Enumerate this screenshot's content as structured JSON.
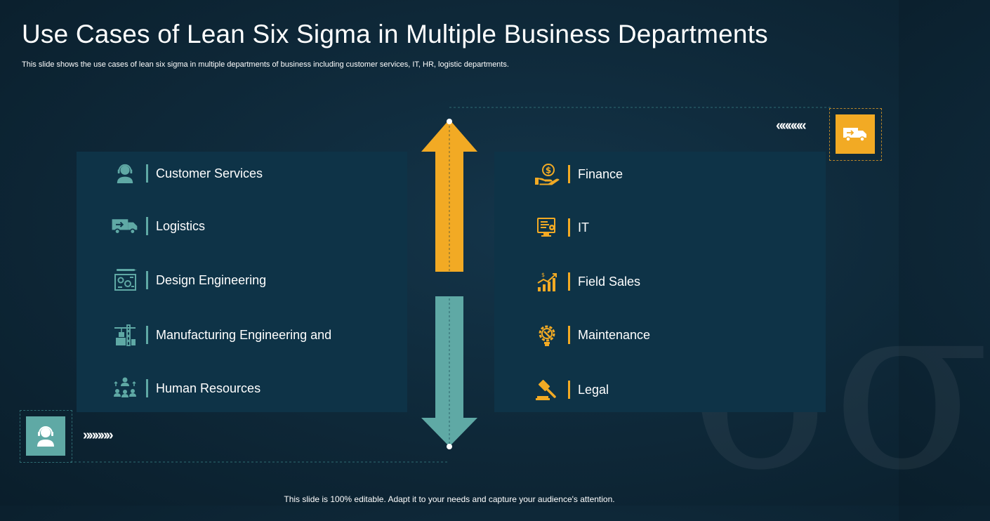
{
  "slide": {
    "title": "Use Cases of Lean Six Sigma in Multiple Business Departments",
    "subtitle": "This slide shows the use cases of lean six sigma in multiple departments of business including customer services, IT, HR, logistic departments.",
    "footer": "This slide is 100% editable. Adapt it to your needs and capture your audience's attention.",
    "watermark": "6σ"
  },
  "colors": {
    "background": "#0f2a3b",
    "panel": "#0e3347",
    "accent_orange": "#f2aa24",
    "accent_teal": "#5fa9a5"
  },
  "left_panel": {
    "items": [
      {
        "label": "Customer Services",
        "icon": "headset-agent-icon"
      },
      {
        "label": "Logistics",
        "icon": "delivery-truck-icon"
      },
      {
        "label": "Design Engineering",
        "icon": "design-blueprint-icon"
      },
      {
        "label": "Manufacturing Engineering and",
        "icon": "crane-factory-icon"
      },
      {
        "label": "Human Resources",
        "icon": "team-network-icon"
      }
    ]
  },
  "right_panel": {
    "items": [
      {
        "label": "Finance",
        "icon": "money-hand-icon"
      },
      {
        "label": "IT",
        "icon": "computer-monitor-icon"
      },
      {
        "label": "Field Sales",
        "icon": "growth-chart-icon"
      },
      {
        "label": "Maintenance",
        "icon": "gear-wrench-icon"
      },
      {
        "label": "Legal",
        "icon": "gavel-icon"
      }
    ]
  },
  "decorations": {
    "top_tile_icon": "delivery-truck-icon",
    "bottom_tile_icon": "headset-agent-icon",
    "top_chevrons": "«««««",
    "bottom_chevrons": "»»»»»"
  }
}
